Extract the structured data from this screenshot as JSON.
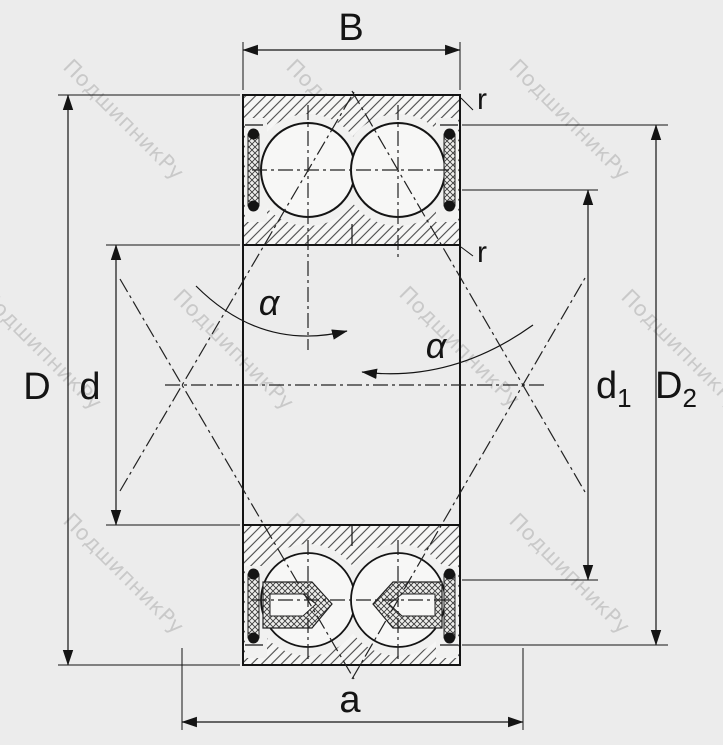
{
  "watermark": {
    "text": "ПодшипникРу"
  },
  "dimensions": {
    "width_label": "B",
    "outer_diameter_label": "D",
    "bore_diameter_label": "d",
    "d1_base": "d",
    "d1_sub": "1",
    "D2_base": "D",
    "D2_sub": "2",
    "pressure_center_label": "a",
    "fillet_top_label": "r",
    "fillet_inner_label": "r",
    "contact_angle_left": "α",
    "contact_angle_right": "α"
  },
  "colors": {
    "background": "#ececec",
    "line": "#141414",
    "watermark": "#c3c3c3"
  }
}
